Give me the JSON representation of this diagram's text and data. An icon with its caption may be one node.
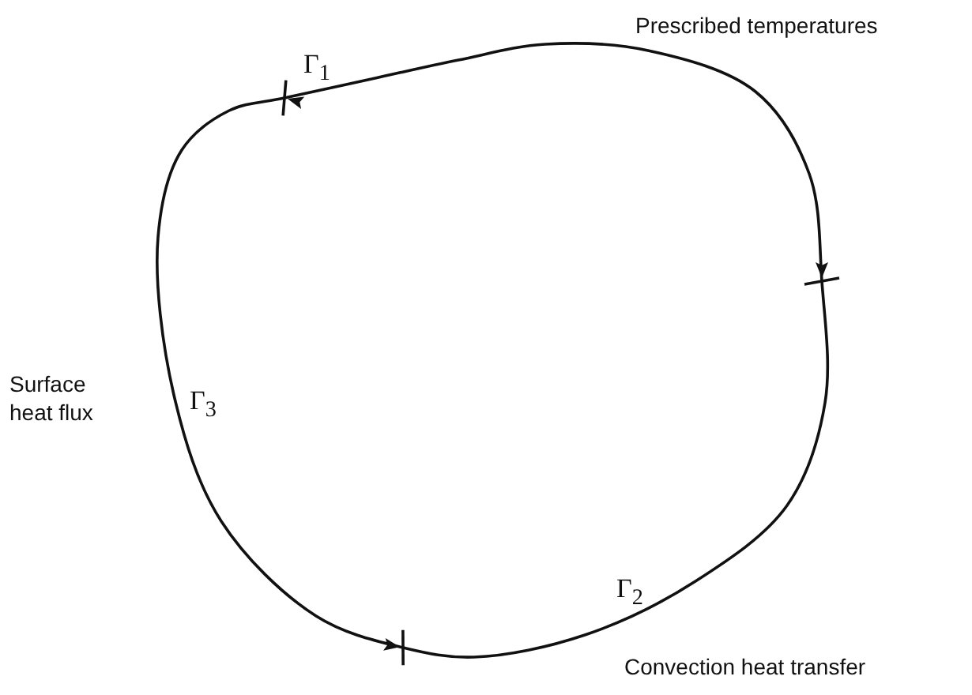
{
  "diagram": {
    "labels": [
      "Prescribed temperatures",
      "Γ$_{1}$",
      "Γ$_{3}$",
      "Surface heat flux",
      "Γ$_{2}$",
      "Convection heat transfer"
    ]
  }
}
